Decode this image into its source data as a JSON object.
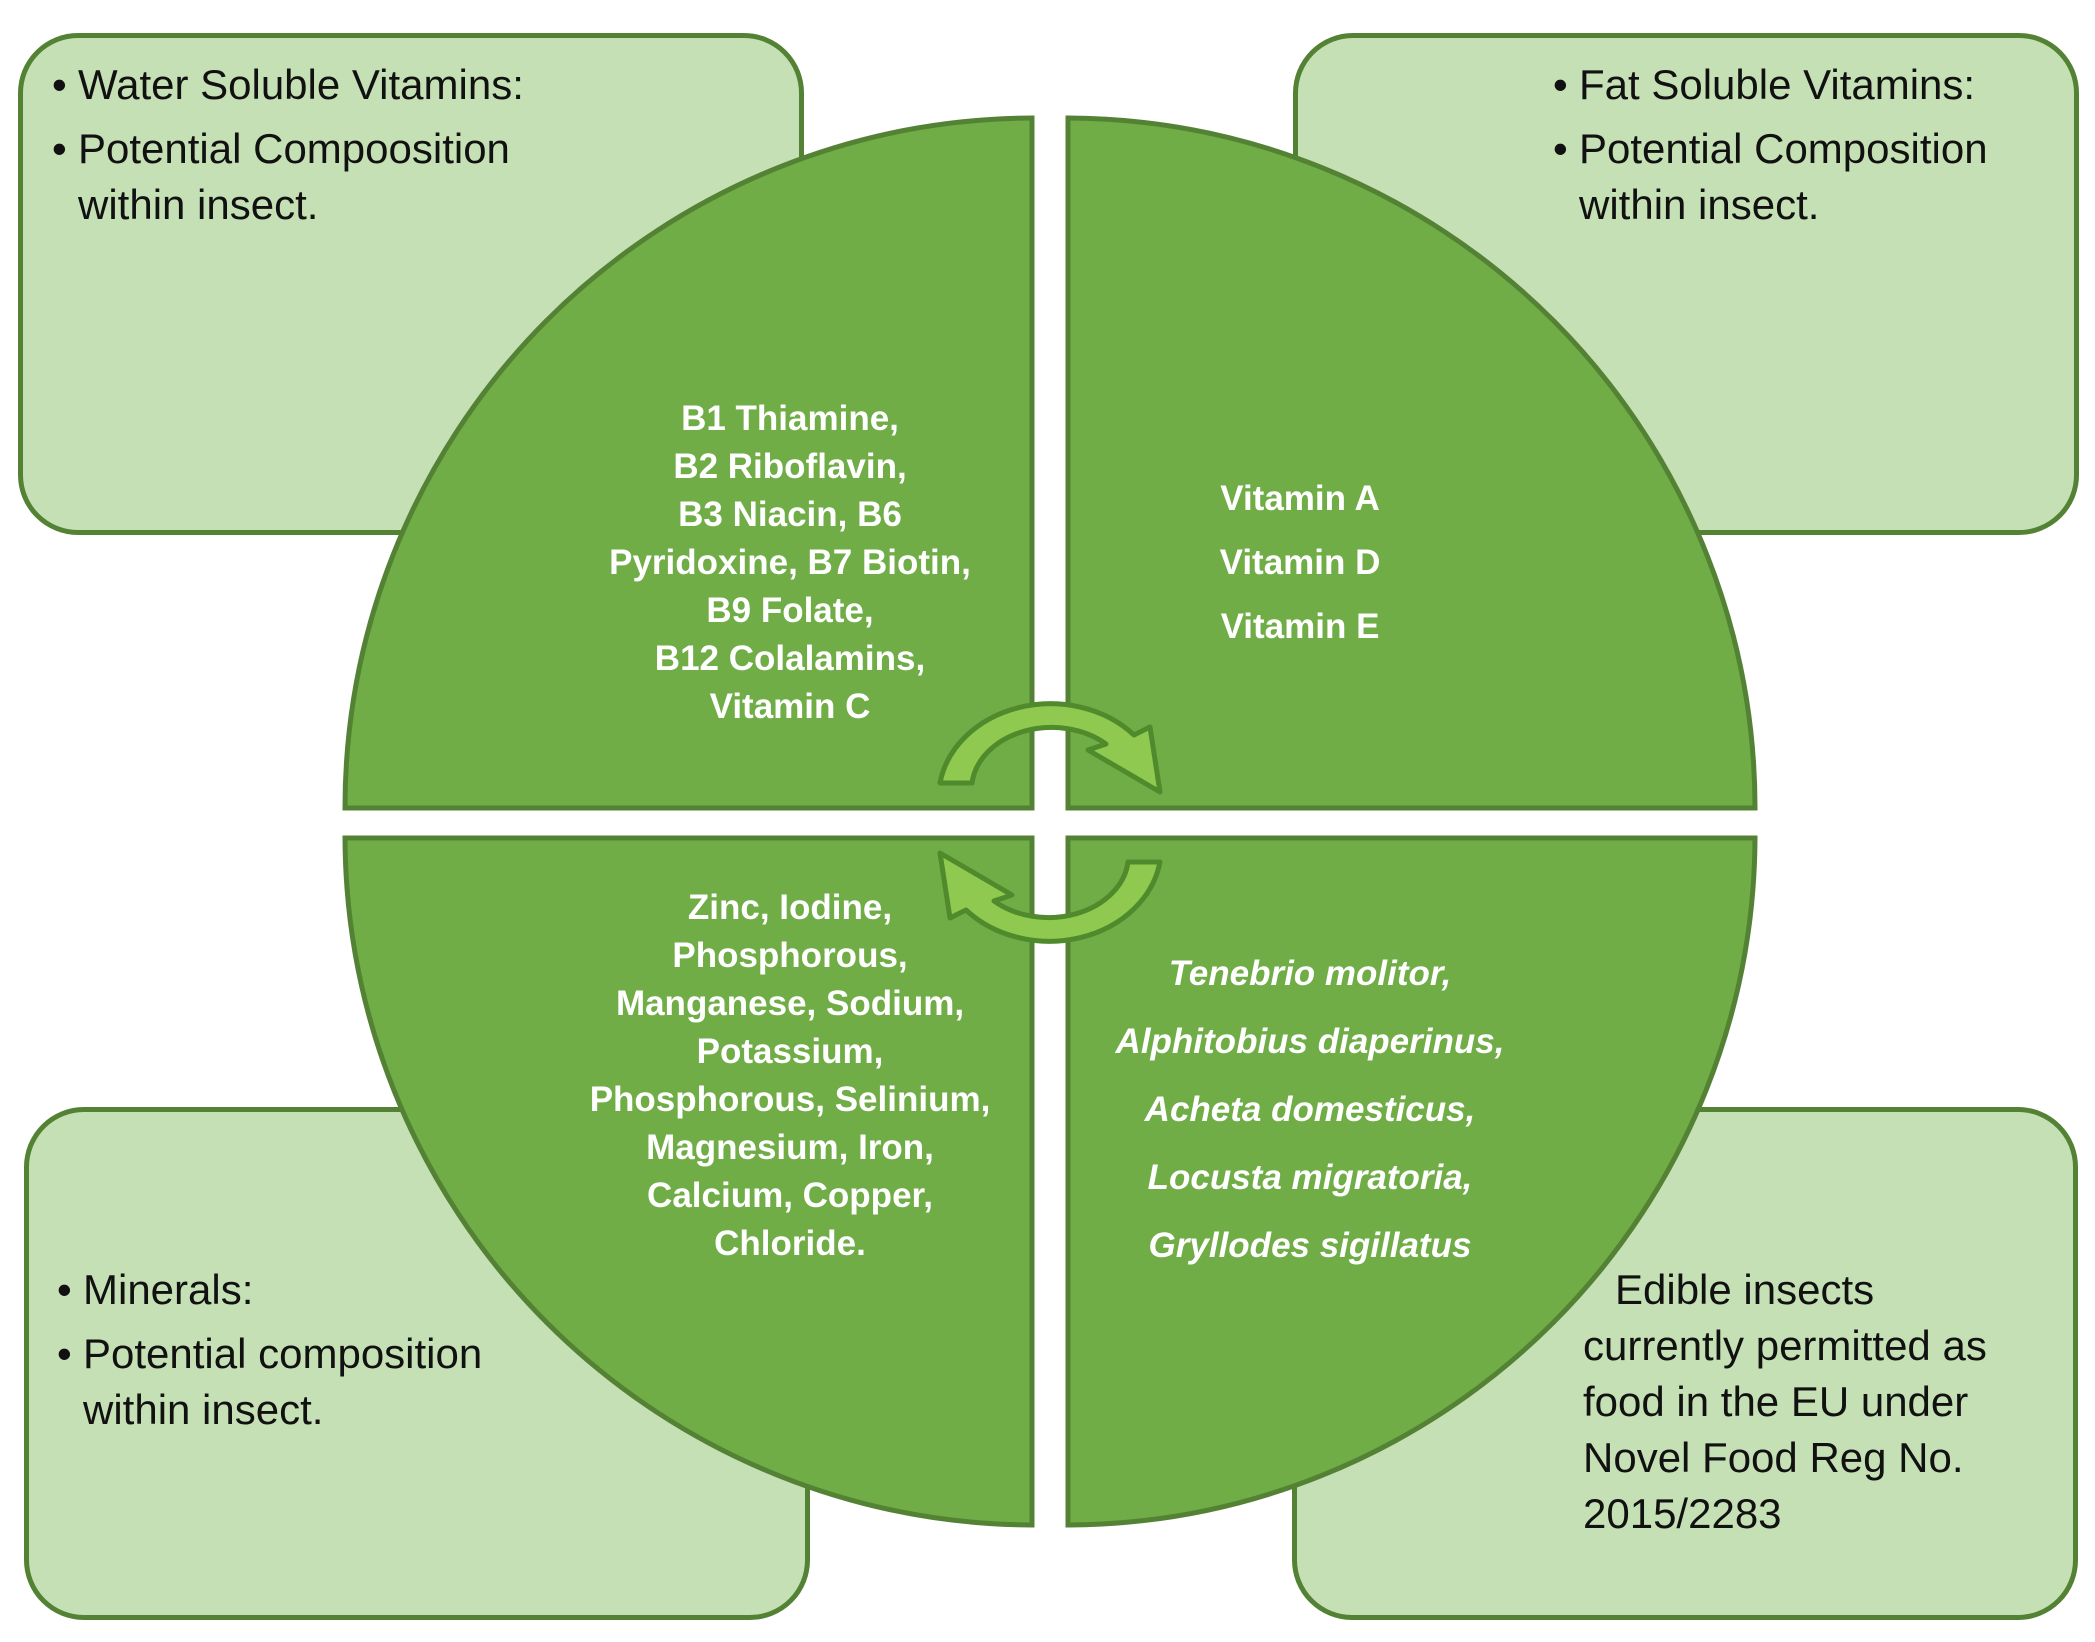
{
  "colors": {
    "quadrant_fill": "#70ad47",
    "box_fill": "#c5e0b4",
    "box_border": "#548235",
    "arrow_fill": "#8fc94f",
    "arrow_stroke": "#4f8a2c"
  },
  "notes": {
    "top_left": [
      "Water Soluble Vitamins:",
      "Potential Compoosition within insect."
    ],
    "top_right": [
      "Fat Soluble Vitamins:",
      "Potential Composition within insect."
    ],
    "bottom_left": [
      "Minerals:",
      "Potential composition within insect."
    ],
    "bottom_right": [
      "Edible insects",
      "currently permitted as",
      "food in the EU under",
      "Novel Food Reg No.",
      "2015/2283"
    ]
  },
  "quadrants": {
    "top_left": [
      "B1 Thiamine,",
      "B2 Riboflavin,",
      "B3 Niacin, B6",
      "Pyridoxine,  B7 Biotin,",
      "B9 Folate,",
      "B12 Colalamins,",
      "Vitamin C"
    ],
    "top_right": [
      "Vitamin A",
      "Vitamin D",
      "Vitamin E"
    ],
    "bottom_left": [
      "Zinc, Iodine,",
      "Phosphorous,",
      "Manganese, Sodium,",
      "Potassium,",
      "Phosphorous, Selinium,",
      "Magnesium, Iron,",
      "Calcium, Copper,",
      "Chloride."
    ],
    "bottom_right": [
      "Tenebrio molitor,",
      "Alphitobius diaperinus,",
      "Acheta domesticus,",
      "Locusta migratoria,",
      "Gryllodes sigillatus"
    ]
  },
  "icons": {
    "arrow_top": "curved-arrow-right-icon",
    "arrow_bottom": "curved-arrow-left-icon"
  }
}
